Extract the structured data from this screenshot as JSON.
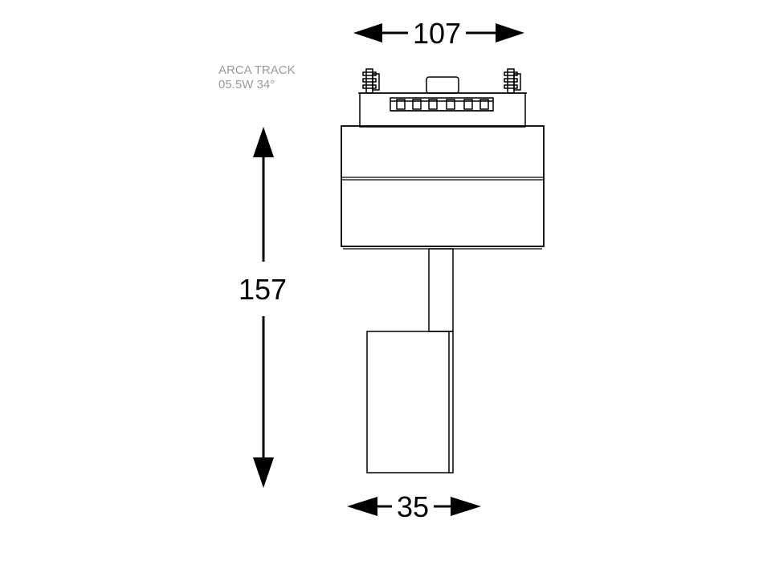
{
  "product": {
    "name": "ARCA TRACK",
    "spec": "05.5W 34°"
  },
  "dimensions": {
    "width": "107",
    "height": "157",
    "head_width": "35"
  },
  "colors": {
    "line": "#000000",
    "caption": "#9a9a9a"
  }
}
